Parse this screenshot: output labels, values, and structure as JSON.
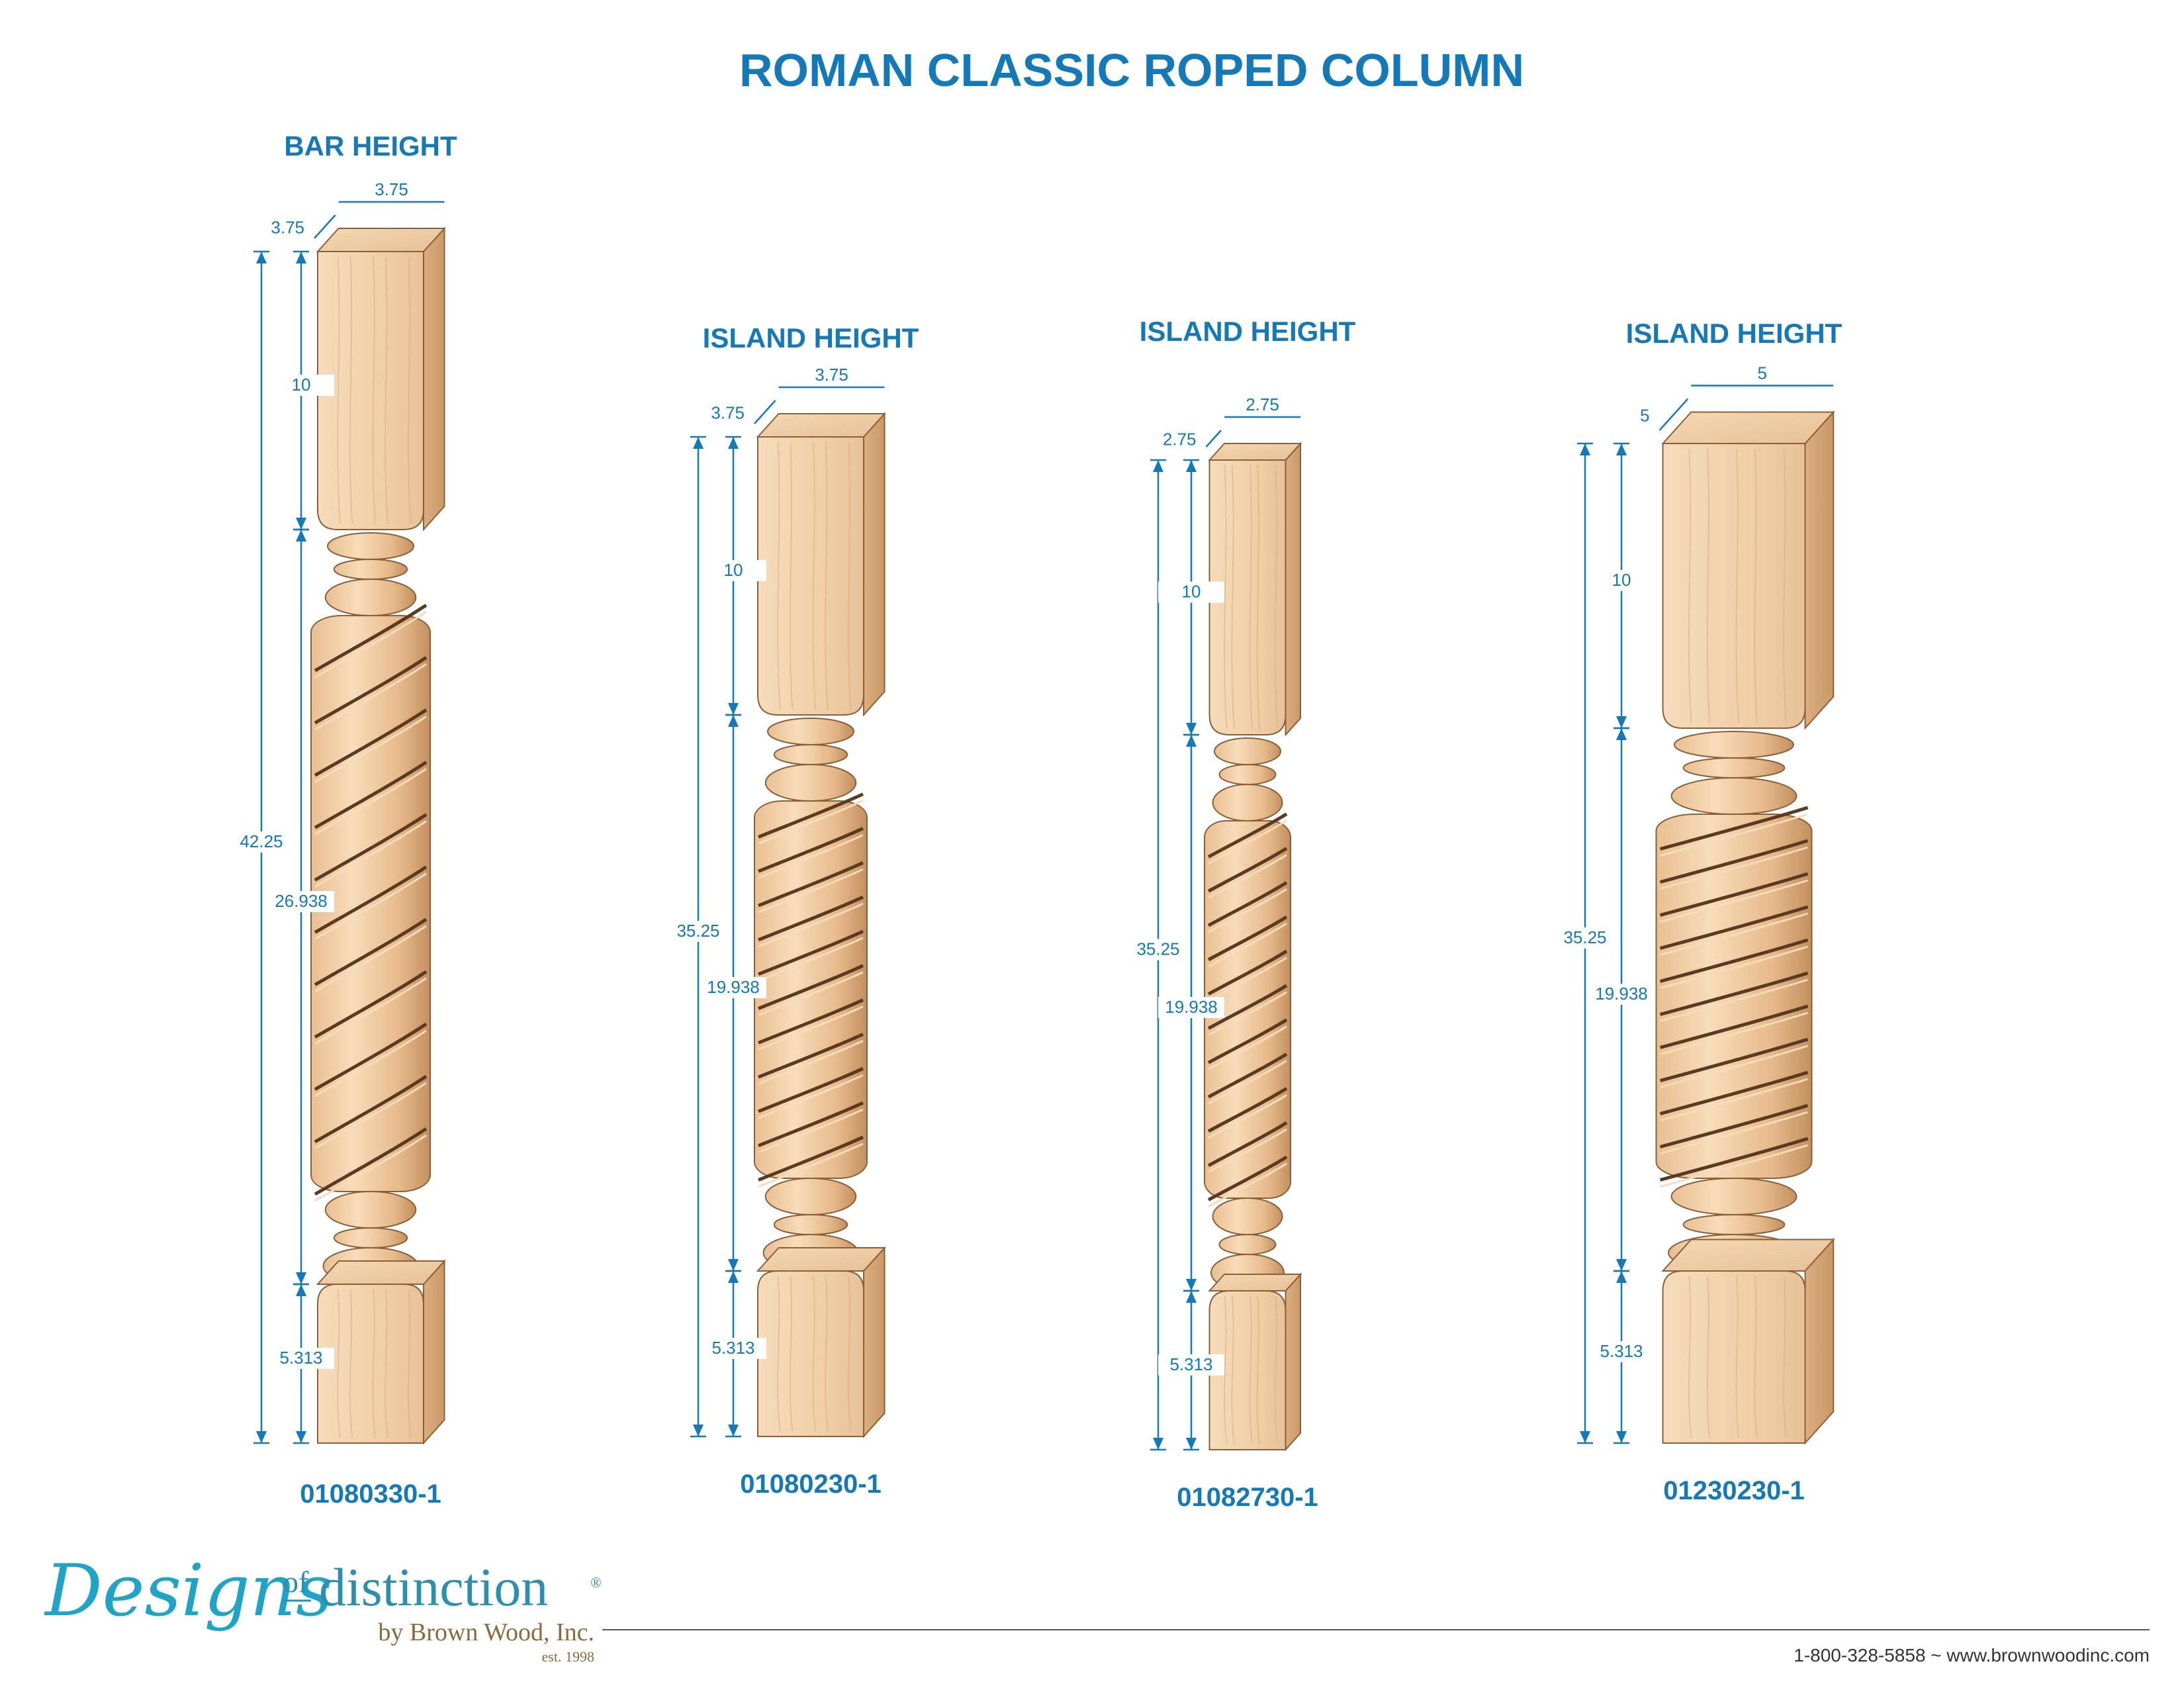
{
  "title": "ROMAN CLASSIC ROPED COLUMN",
  "colors": {
    "accent": "#1479b8",
    "wood_light": "#f3d3ae",
    "wood_mid": "#e4b98c",
    "wood_dark": "#c99866",
    "groove": "#6e4a2e",
    "logo": "#1fa3c6"
  },
  "columns": [
    {
      "label": "BAR HEIGHT",
      "part_number": "01080330-1",
      "top_width": "3.75",
      "top_depth": "3.75",
      "total": "42.25",
      "cap": "10",
      "shaft": "26.938",
      "base": "5.313"
    },
    {
      "label": "ISLAND HEIGHT",
      "part_number": "01080230-1",
      "top_width": "3.75",
      "top_depth": "3.75",
      "total": "35.25",
      "cap": "10",
      "shaft": "19.938",
      "base": "5.313"
    },
    {
      "label": "ISLAND HEIGHT",
      "part_number": "01082730-1",
      "top_width": "2.75",
      "top_depth": "2.75",
      "total": "35.25",
      "cap": "10",
      "shaft": "19.938",
      "base": "5.313"
    },
    {
      "label": "ISLAND HEIGHT",
      "part_number": "01230230-1",
      "top_width": "5",
      "top_depth": "5",
      "total": "35.25",
      "cap": "10",
      "shaft": "19.938",
      "base": "5.313"
    }
  ],
  "logo": {
    "word1": "Designs",
    "word2": "of",
    "word3": "distinction",
    "registered": "®",
    "byline": "by Brown Wood, Inc.",
    "est": "est. 1998"
  },
  "footer": {
    "contact": "1-800-328-5858 ~ www.brownwoodinc.com"
  }
}
